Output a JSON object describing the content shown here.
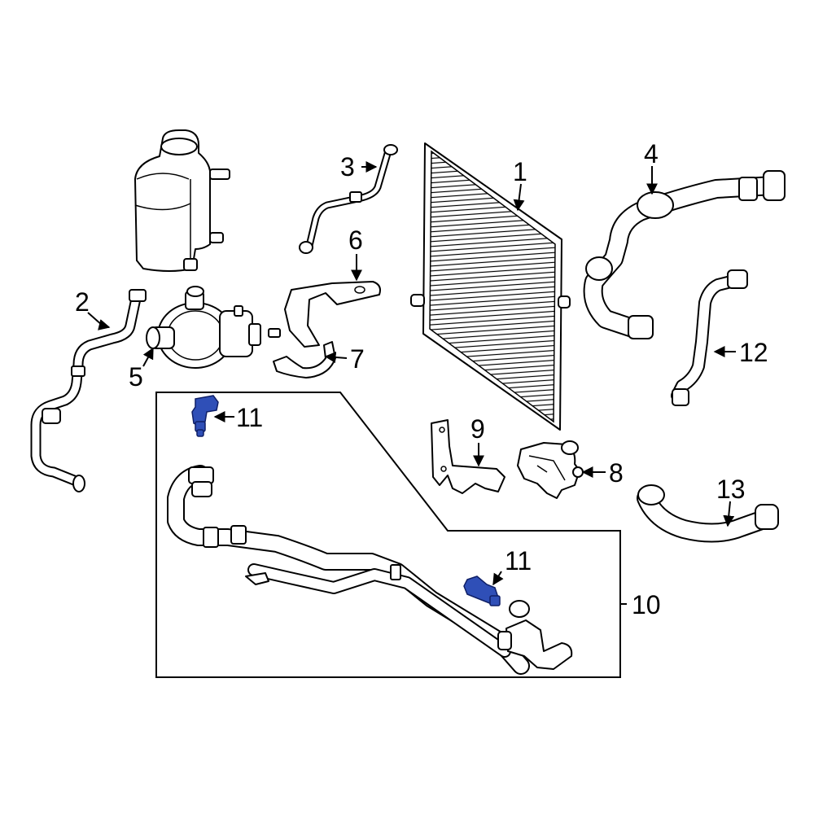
{
  "diagram": {
    "highlight_color": "#2f4fb7",
    "callouts": [
      {
        "id": "c1",
        "label": "1"
      },
      {
        "id": "c2",
        "label": "2"
      },
      {
        "id": "c3",
        "label": "3"
      },
      {
        "id": "c4",
        "label": "4"
      },
      {
        "id": "c5",
        "label": "5"
      },
      {
        "id": "c6",
        "label": "6"
      },
      {
        "id": "c7",
        "label": "7"
      },
      {
        "id": "c8",
        "label": "8"
      },
      {
        "id": "c9",
        "label": "9"
      },
      {
        "id": "c10",
        "label": "10"
      },
      {
        "id": "c11a",
        "label": "11"
      },
      {
        "id": "c11b",
        "label": "11"
      },
      {
        "id": "c12",
        "label": "12"
      },
      {
        "id": "c13",
        "label": "13"
      }
    ]
  }
}
